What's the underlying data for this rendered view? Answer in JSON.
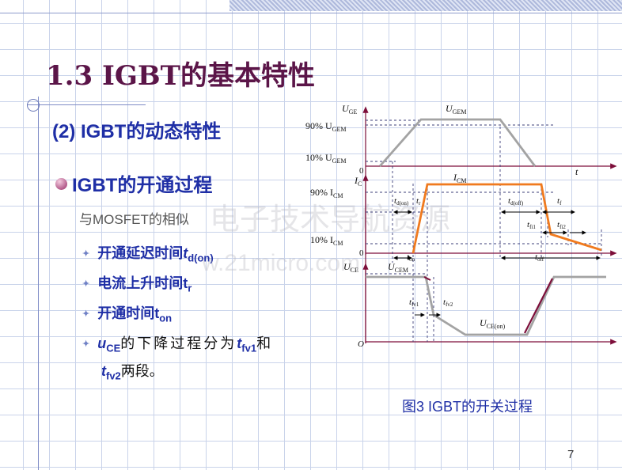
{
  "title": "1.3  IGBT的基本特性",
  "subtitle": "(2)   IGBT的动态特性",
  "bullet": "IGBT的开通过程",
  "note": "与MOSFET的相似",
  "items": [
    {
      "text": "开通延迟时间",
      "sym": "t",
      "sub": "d(on)"
    },
    {
      "text": "电流上升时间",
      "sym": "t",
      "sub": "r"
    },
    {
      "text": "开通时间",
      "sym": "t",
      "sub": "on"
    }
  ],
  "item4": {
    "a": "u",
    "a_sub": "CE",
    "mid": "的下降过程分为",
    "b": "t",
    "b_sub": "fv1",
    "and": "和",
    "c": "t",
    "c_sub": "fv2",
    "tail": "两段。"
  },
  "watermark": {
    "line1": "电子技术导航资源",
    "line2": "w.21micro.com"
  },
  "caption": "图3  IGBT的开关过程",
  "page_number": "7",
  "diagram": {
    "uge_label": "U",
    "uge_sub": "GE",
    "ugem_top": "U",
    "ugem_top_sub": "GEM",
    "pct90_ge": "90% U",
    "pct90_ge_sub": "GEM",
    "pct10_ge": "10% U",
    "pct10_ge_sub": "GEM",
    "ic_label": "I",
    "ic_sub": "C",
    "icm_top": "I",
    "icm_top_sub": "CM",
    "pct90_ic": "90%  I",
    "pct90_ic_sub": "CM",
    "pct10_ic": "10%  I",
    "pct10_ic_sub": "CM",
    "uce_label": "U",
    "uce_sub": "CE",
    "ucem": "U",
    "ucem_sub": "CEM",
    "uceon": "U",
    "uceon_sub": "CE(on)",
    "t_axis": "t",
    "zero": "0",
    "origin": "O",
    "td_on": "t",
    "td_on_sub": "d(on)",
    "tr": "t",
    "tr_sub": "r",
    "td_off": "t",
    "td_off_sub": "d(off)",
    "tf": "t",
    "tf_sub": "f",
    "tfi1": "t",
    "tfi1_sub": "fi1",
    "tfi2": "t",
    "tfi2_sub": "fi2",
    "ton": "t",
    "ton_sub": "on",
    "toff": "t",
    "toff_sub": "off",
    "tfv1": "t",
    "tfv1_sub": "fv1",
    "tfv2": "t",
    "tfv2_sub": "fv2"
  }
}
